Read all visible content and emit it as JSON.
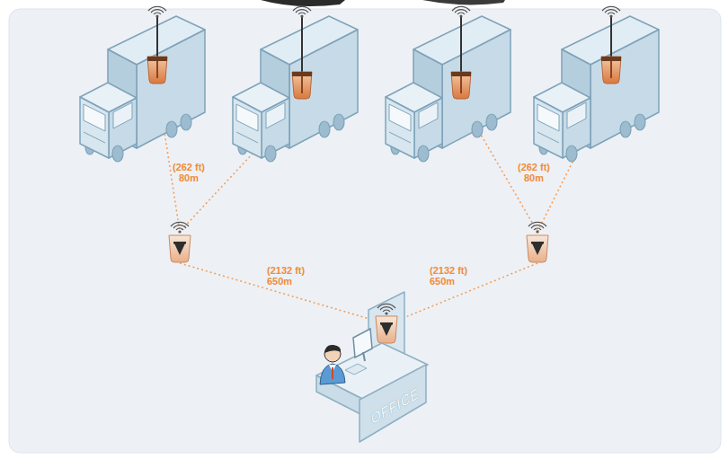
{
  "diagram": {
    "nodes": [
      {
        "text": [
          "OFFICE"
        ]
      }
    ],
    "labels": [
      "(262 ft) 80m",
      "(262 ft) 80m",
      "(2132 ft) 650m",
      "(2132 ft) 650m"
    ]
  }
}
